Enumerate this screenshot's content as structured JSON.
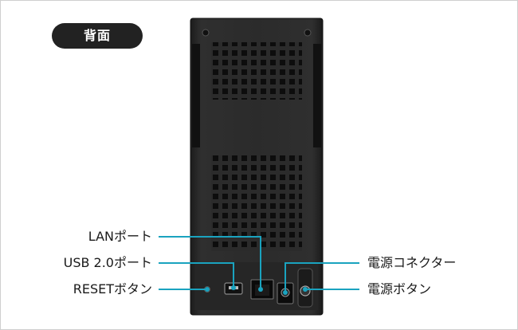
{
  "badge": {
    "text": "背面"
  },
  "callouts": {
    "lan_port": "LANポート",
    "usb_port": "USB 2.0ポート",
    "reset_button": "RESETボタン",
    "power_connector": "電源コネクター",
    "power_button": "電源ボタン"
  },
  "colors": {
    "leader_line": "#1aa3bf",
    "device_body": "#2a2a2a",
    "badge_bg": "#222222"
  }
}
